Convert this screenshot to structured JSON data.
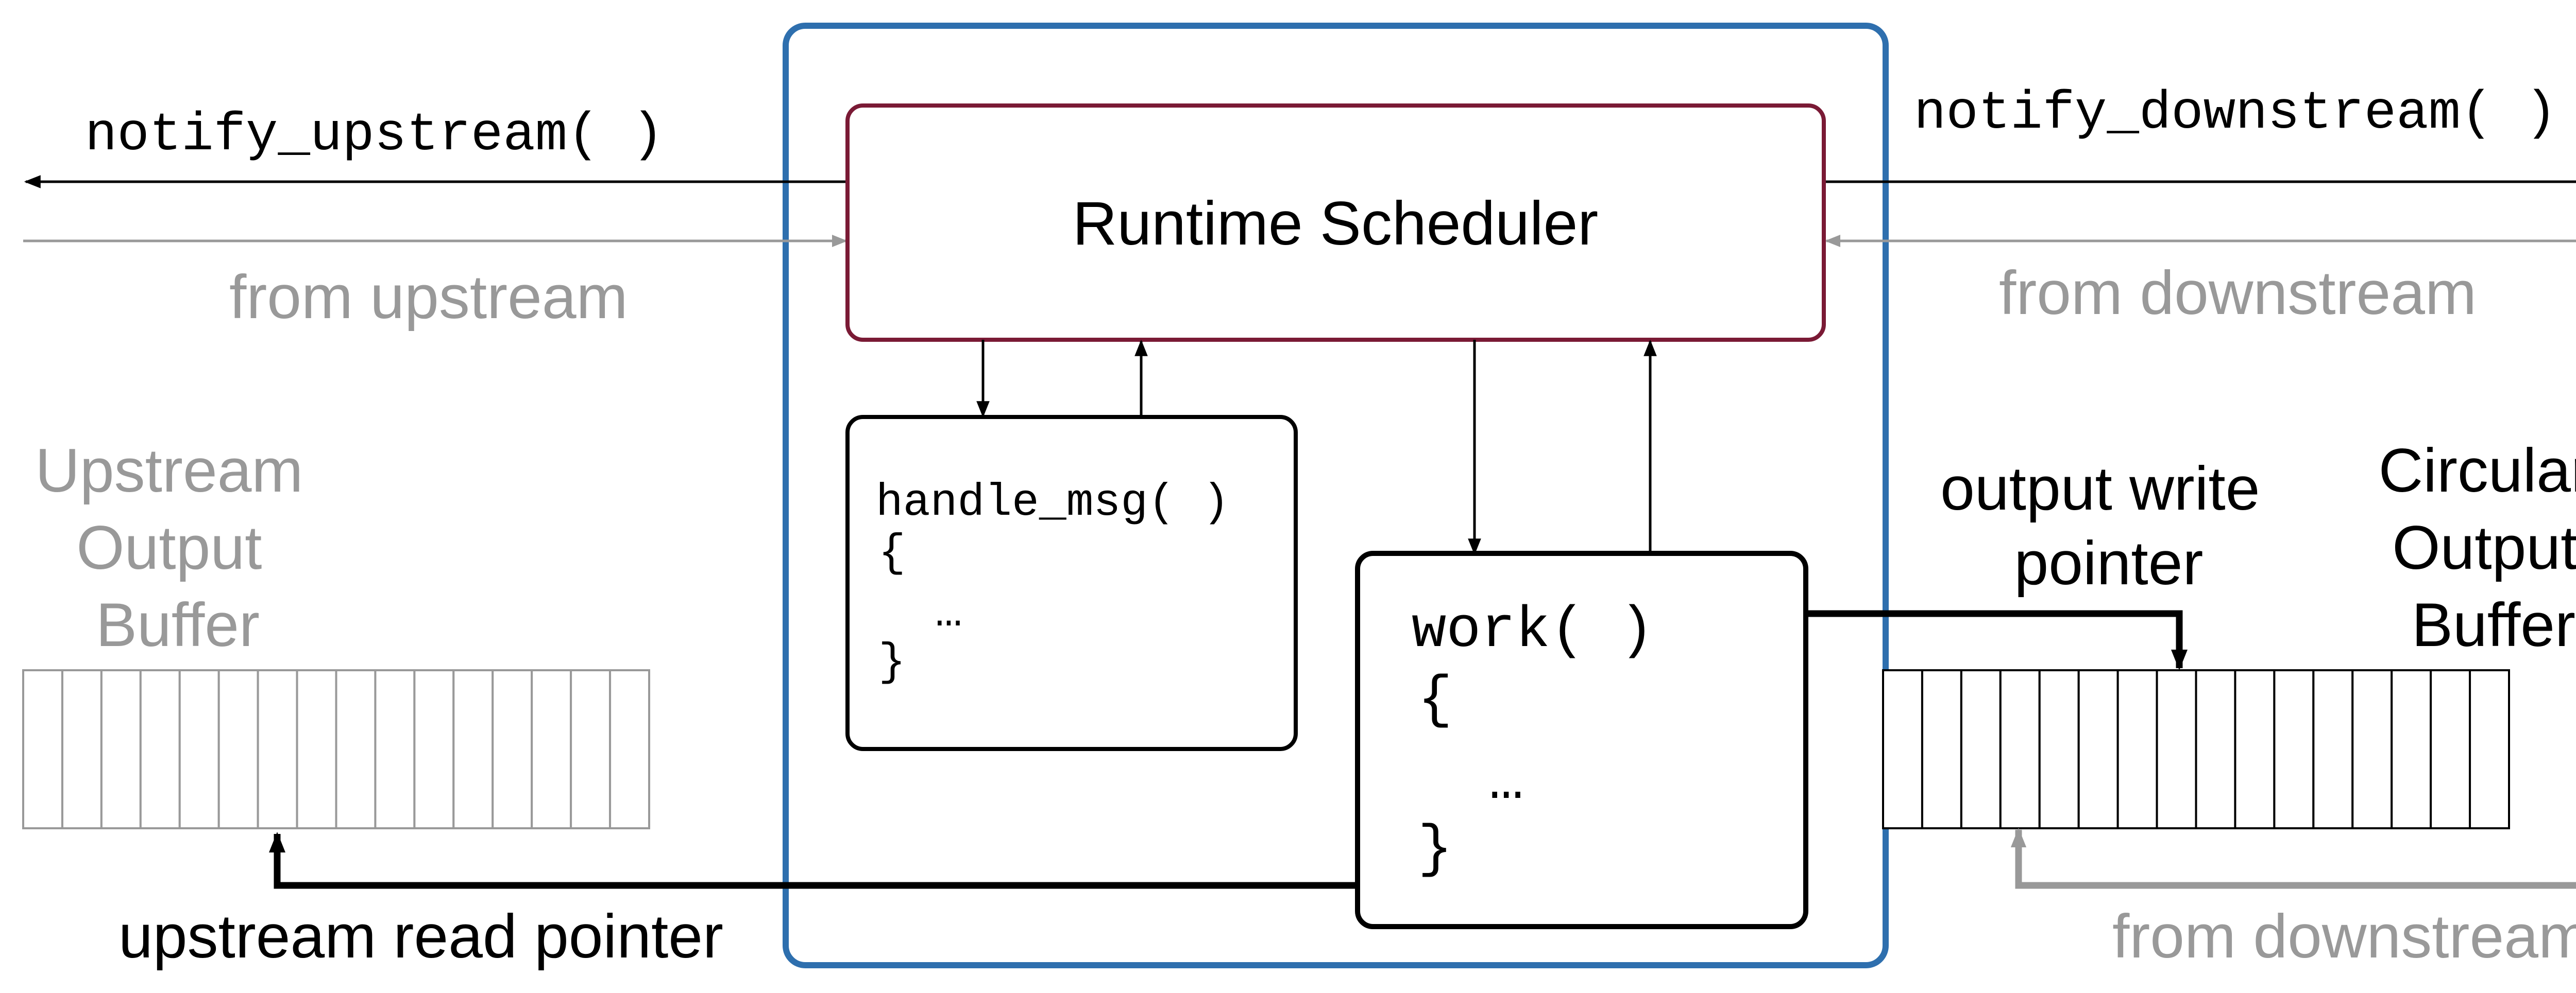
{
  "labels": {
    "notify_upstream": "notify_upstream( )",
    "notify_downstream": "notify_downstream( )",
    "from_upstream": "from upstream",
    "from_downstream_top": "from downstream",
    "from_downstream_bottom": "from downstream",
    "runtime_scheduler": "Runtime Scheduler",
    "upstream_buffer_title": [
      "Upstream",
      "Output",
      "Buffer"
    ],
    "circular_buffer_title": [
      "Circular",
      "Output",
      "Buffer"
    ],
    "output_write_pointer": [
      "output write",
      "pointer"
    ],
    "upstream_read_pointer": "upstream read pointer"
  },
  "code": {
    "handle_msg": [
      "handle_msg( )",
      "{",
      "…",
      "}"
    ],
    "work": [
      "work( )",
      "{",
      "…",
      "}"
    ]
  },
  "buffers": {
    "upstream_cells": 16,
    "circular_cells": 16
  },
  "colors": {
    "container_border": "#2e6fae",
    "scheduler_border": "#7a1a35",
    "gray": "#999999",
    "black": "#000000"
  }
}
